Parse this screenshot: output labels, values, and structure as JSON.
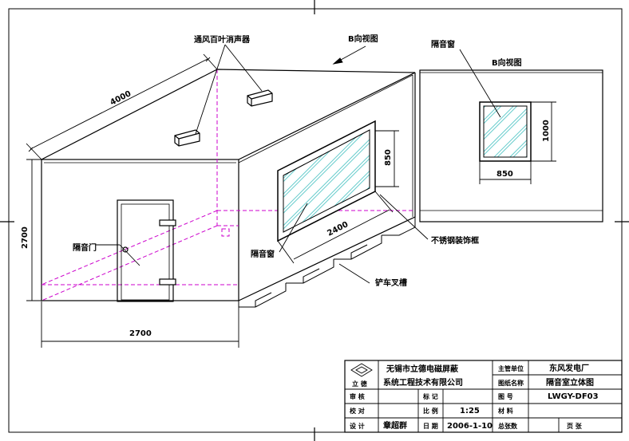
{
  "labels": {
    "silencer": "通风百叶消声器",
    "b_view_arrow": "B向视图",
    "window_top": "隔音窗",
    "b_view_title": "B向视图",
    "door": "隔音门",
    "window_front": "隔音窗",
    "frame": "不锈钢装饰框",
    "forklift": "铲车叉槽"
  },
  "dimensions": {
    "length": "4000",
    "height": "2700",
    "width": "2700",
    "window_h": "850",
    "window_w": "2400",
    "side_h": "1000",
    "side_w": "850"
  },
  "title_block": {
    "company_line1": "无锡市立德电磁屏蔽",
    "company_line2": "系统工程技术有限公司",
    "logo_text": "立 德",
    "client_label": "主管单位",
    "client": "东风发电厂",
    "drawing_name_label": "图纸名称",
    "drawing_name": "隔音室立体图",
    "drawing_no_label": "图 号",
    "drawing_no": "LWGY-DF03",
    "review_label": "审 核",
    "mark_label": "标 记",
    "proofread_label": "校 对",
    "scale_label": "比 例",
    "scale": "1:25",
    "material_label": "材 料",
    "design_label": "设 计",
    "designer": "章超群",
    "date_label": "日 期",
    "date": "2006-1-10",
    "sheet_label": "总张数",
    "page_label": "页 张"
  },
  "colors": {
    "hidden_line": "#cc00cc",
    "glass": "#66cccc",
    "line": "#000000"
  }
}
